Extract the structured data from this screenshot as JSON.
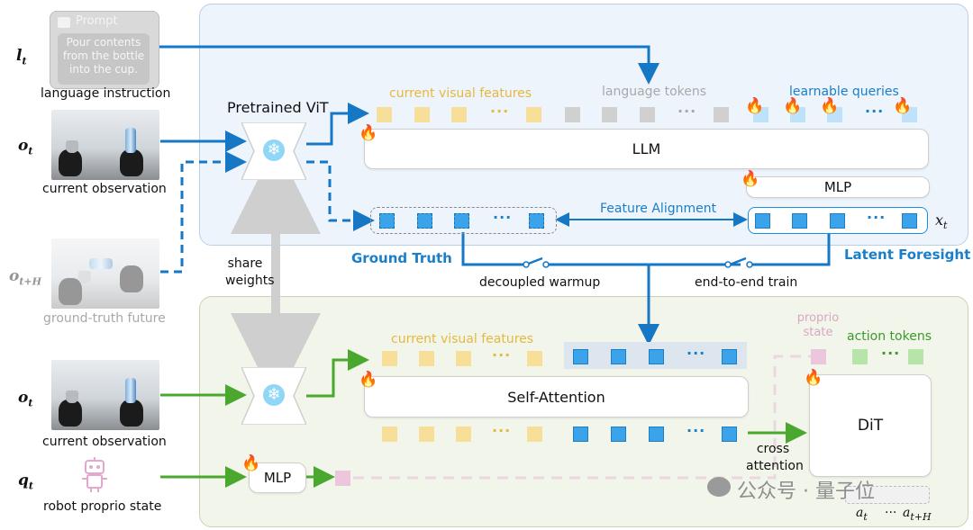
{
  "left": {
    "l_label": "l",
    "l_sub": "t",
    "prompt_title": "Prompt",
    "prompt_text": "Pour contents from the bottle into the cup.",
    "language_instruction": "language instruction",
    "o_label": "o",
    "o_sub": "t",
    "current_observation": "current observation",
    "o_future_sub": "t+H",
    "ground_truth_future": "ground-truth future",
    "q_label": "q",
    "q_sub": "t",
    "robot_proprio_state": "robot proprio state"
  },
  "top": {
    "pretrained_vit": "Pretrained ViT",
    "current_visual_features": "current visual features",
    "language_tokens": "language tokens",
    "learnable_queries": "learnable queries",
    "llm": "LLM",
    "mlp": "MLP",
    "feature_alignment": "Feature Alignment",
    "x_label": "x",
    "x_sub": "t",
    "ground_truth": "Ground Truth",
    "latent_foresight": "Latent Foresight",
    "decoupled_warmup": "decoupled warmup",
    "end_to_end_train": "end-to-end train",
    "share_weights": "share weights",
    "dots": "···"
  },
  "bottom": {
    "current_visual_features": "current visual features",
    "self_attention": "Self-Attention",
    "proprio_state": "proprio state",
    "action_tokens": "action tokens",
    "dit": "DiT",
    "cross_attention": "cross attention",
    "mlp": "MLP",
    "a_label": "a",
    "a_sub1": "t",
    "a_dots": "···",
    "a_sub2": "t+H"
  },
  "watermark": "公众号 · 量子位",
  "colors": {
    "blue_arrow": "#1677c4",
    "green_arrow": "#4aa82f",
    "share_arrow": "#cfcfcf",
    "token_yellow": "#f7df9a",
    "token_gray": "#d0d0d0",
    "token_blue": "#3aa3ea",
    "token_green": "#b7e4a8",
    "token_pink": "#ecc6dd"
  },
  "icons": [
    "prompt-doc-icon",
    "snowflake-icon",
    "flame-icon",
    "robot-icon",
    "wechat-icon"
  ]
}
